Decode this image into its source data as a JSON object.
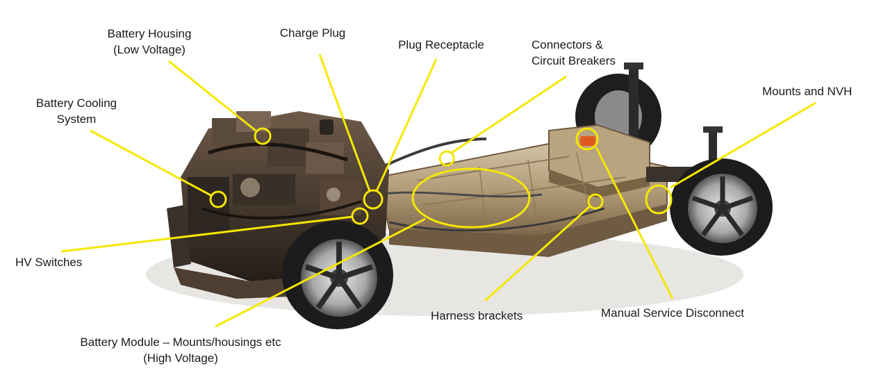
{
  "colors": {
    "callout": "#f5e800",
    "text": "#1a1a1a",
    "body_dark": "#2b2520",
    "body_mid": "#6a5a4a",
    "battery_pack": "#b8a688",
    "battery_edge": "#7a6548",
    "tire": "#1c1c1c",
    "rim": "#c8c8c8"
  },
  "labels": {
    "battery_housing": {
      "line1": "Battery Housing",
      "line2": "(Low Voltage)"
    },
    "charge_plug": {
      "line1": "Charge Plug"
    },
    "plug_receptacle": {
      "line1": "Plug Receptacle"
    },
    "connectors": {
      "line1": "Connectors &",
      "line2": "Circuit Breakers"
    },
    "mounts_nvh": {
      "line1": "Mounts and NVH"
    },
    "battery_cooling": {
      "line1": "Battery Cooling",
      "line2": "System"
    },
    "hv_switches": {
      "line1": "HV Switches"
    },
    "battery_module": {
      "line1": "Battery Module – Mounts/housings etc",
      "line2": "(High Voltage)"
    },
    "harness_brackets": {
      "line1": "Harness brackets"
    },
    "manual_service": {
      "line1": "Manual Service Disconnect"
    }
  }
}
